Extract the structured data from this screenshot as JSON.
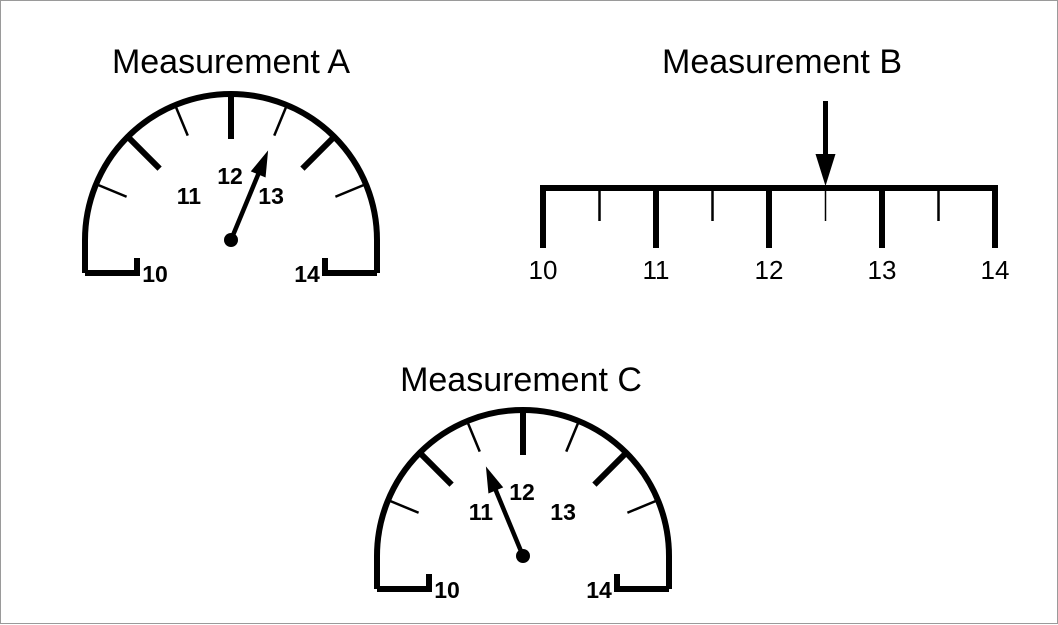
{
  "measurements": [
    {
      "id": "a",
      "title": "Measurement A",
      "kind": "dial",
      "scale_min": 10,
      "scale_max": 14,
      "labels": [
        "10",
        "11",
        "12",
        "13",
        "14"
      ],
      "minor_step": 0.5,
      "reading": 12.5
    },
    {
      "id": "b",
      "title": "Measurement B",
      "kind": "ruler",
      "scale_min": 10,
      "scale_max": 14,
      "labels": [
        "10",
        "11",
        "12",
        "13",
        "14"
      ],
      "minor_step": 0.5,
      "reading": 12.5
    },
    {
      "id": "c",
      "title": "Measurement C",
      "kind": "dial",
      "scale_min": 10,
      "scale_max": 14,
      "labels": [
        "10",
        "11",
        "12",
        "13",
        "14"
      ],
      "minor_step": 0.5,
      "reading": 11.5
    }
  ],
  "colors": {
    "ink": "#000000",
    "background": "#ffffff",
    "border": "#9a9a9a"
  }
}
